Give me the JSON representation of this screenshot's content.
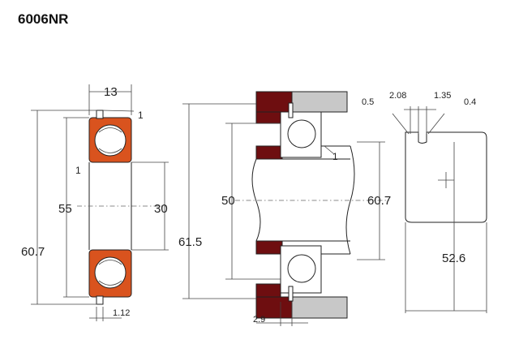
{
  "title": "6006NR",
  "colors": {
    "ring_fill": "#d9531e",
    "housing_fill": "#6e0e10",
    "ball_fill": "#ffffff",
    "shaft_gray": "#c8c8c8",
    "line": "#222222"
  },
  "labels": {
    "width_13": "13",
    "callout_1_top": "1",
    "callout_1_left": "1",
    "dia_55": "55",
    "dia_30": "30",
    "dia_60_7_left": "60.7",
    "snap_1_12": "1.12",
    "dia_61_5": "61.5",
    "dia_50": "50",
    "dia_60_7_mid": "60.7",
    "callout_1_mid": "1",
    "dim_2_9": "2.9",
    "angle_0_5": "0.5",
    "dim_2_08": "2.08",
    "dim_1_35": "1.35",
    "dim_0_4": "0.4",
    "dim_52_6": "52.6"
  }
}
